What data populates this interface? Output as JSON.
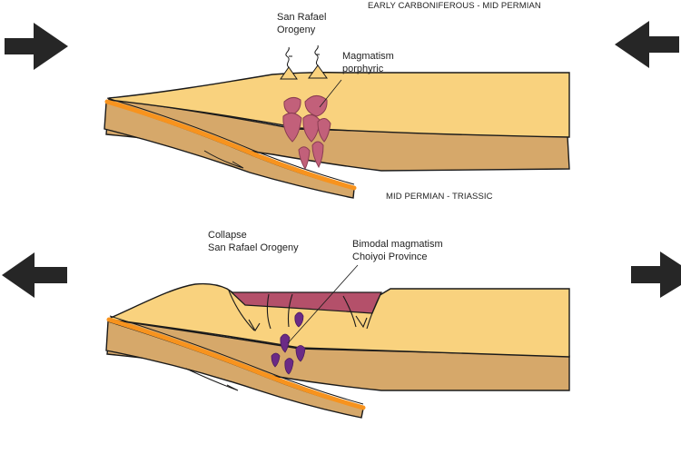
{
  "panels": {
    "top": {
      "period": "EARLY CARBONIFEROUS - MID PERMIAN",
      "orogeny": [
        "San Rafael",
        "Orogeny"
      ],
      "magmatism": [
        "Magmatism",
        "porphyric"
      ],
      "arrow_left": "right-arrow-icon",
      "arrow_right": "left-arrow-icon"
    },
    "bottom": {
      "period": "MID PERMIAN - TRIASSIC",
      "collapse": [
        "Collapse",
        "San Rafael Orogeny"
      ],
      "magmatism": [
        "Bimodal magmatism",
        "Choiyoi Province"
      ],
      "arrow_left": "left-arrow-icon",
      "arrow_right": "right-arrow-icon"
    }
  },
  "colors": {
    "crust": "#F9D27E",
    "lithosphere": "#D6A86A",
    "slab_edge": "#F7931E",
    "magma": "#C2607A",
    "basin": "#B4506A",
    "bimodal": "#6B2A86",
    "arrow": "#262626",
    "outline": "#1A1A1A"
  }
}
